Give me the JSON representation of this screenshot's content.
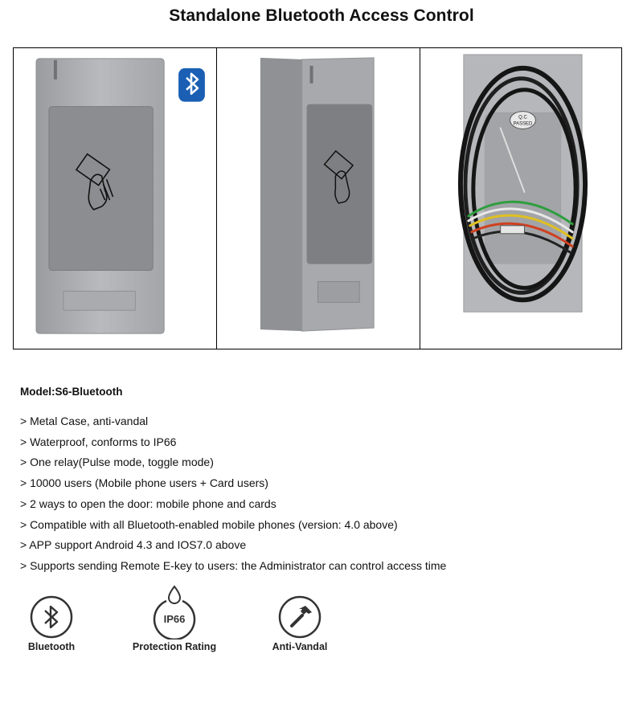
{
  "title": "Standalone Bluetooth Access Control",
  "images": [
    {
      "name": "front-view",
      "qc_label_line1": "",
      "qc_label_line2": ""
    },
    {
      "name": "side-view"
    },
    {
      "name": "back-view",
      "qc_label_line1": "Q.C",
      "qc_label_line2": "PASSED"
    }
  ],
  "model": "Model:S6-Bluetooth",
  "features": [
    "> Metal Case, anti-vandal",
    "> Waterproof, conforms to IP66",
    "> One relay(Pulse mode, toggle mode)",
    "> 10000 users (Mobile phone users + Card users)",
    "> 2 ways to open the door: mobile phone and cards",
    "> Compatible with all Bluetooth-enabled mobile phones (version: 4.0 above)",
    "> APP support Android 4.3 and IOS7.0 above",
    "> Supports sending Remote E-key to users: the Administrator can control access time"
  ],
  "badges": [
    {
      "label": "Bluetooth",
      "icon": "bluetooth-icon"
    },
    {
      "label": "Protection Rating",
      "icon": "ip66-icon",
      "icon_text": "IP66"
    },
    {
      "label": "Anti-Vandal",
      "icon": "hammer-icon"
    }
  ],
  "colors": {
    "bluetooth_badge": "#1a5fb4",
    "metal": "#a7a9ac",
    "panel": "#8a8c8f"
  }
}
